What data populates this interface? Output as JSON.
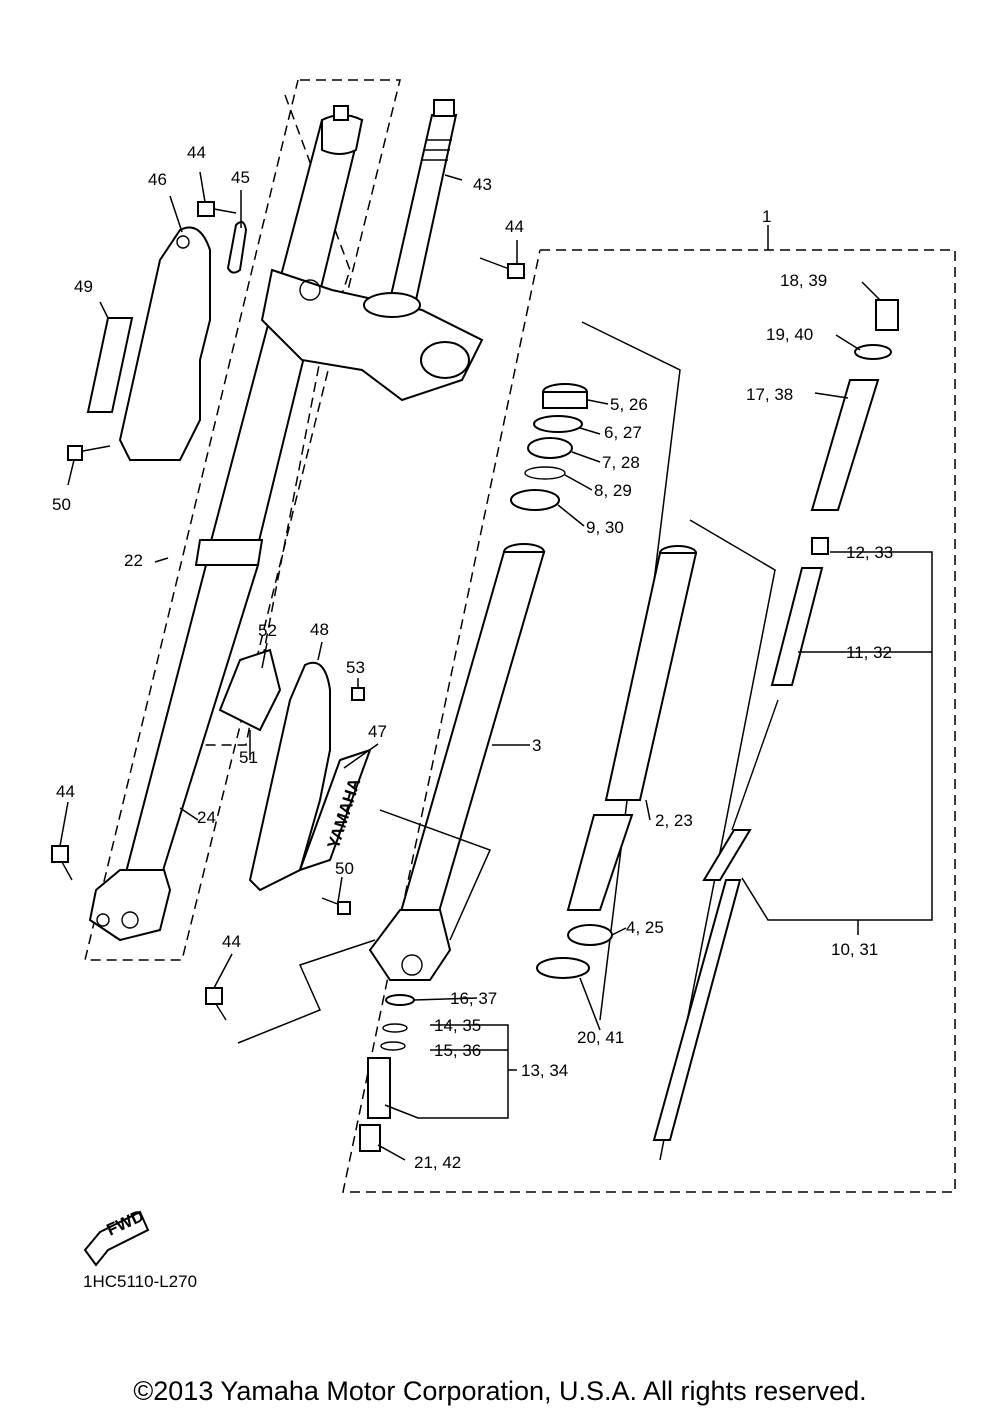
{
  "diagram_code": "1HC5110-L270",
  "fwd_label": "FWD",
  "brand_decal": "YAMAHA",
  "copyright": "©2013 Yamaha Motor Corporation, U.S.A. All rights reserved.",
  "labels": {
    "l1": "1",
    "l2_23": "2, 23",
    "l3": "3",
    "l4_25": "4, 25",
    "l5_26": "5, 26",
    "l6_27": "6, 27",
    "l7_28": "7, 28",
    "l8_29": "8, 29",
    "l9_30": "9, 30",
    "l10_31": "10, 31",
    "l11_32": "11, 32",
    "l12_33": "12, 33",
    "l13_34": "13, 34",
    "l14_35": "14, 35",
    "l15_36": "15, 36",
    "l16_37": "16, 37",
    "l17_38": "17, 38",
    "l18_39": "18, 39",
    "l19_40": "19, 40",
    "l20_41": "20, 41",
    "l21_42": "21, 42",
    "l22": "22",
    "l24": "24",
    "l43": "43",
    "l44a": "44",
    "l44b": "44",
    "l44c": "44",
    "l44d": "44",
    "l45": "45",
    "l46": "46",
    "l47": "47",
    "l48": "48",
    "l49": "49",
    "l50a": "50",
    "l50b": "50",
    "l51": "51",
    "l52": "52",
    "l53": "53"
  }
}
